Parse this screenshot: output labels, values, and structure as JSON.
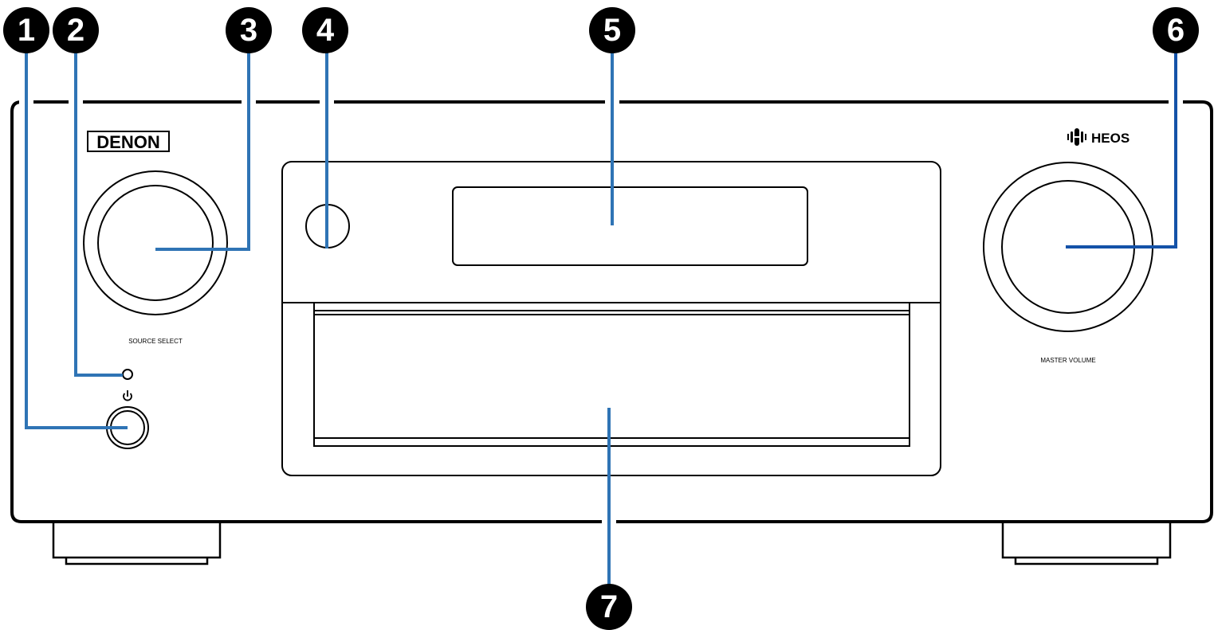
{
  "brand": "DENON",
  "heos_logo": "HEOS",
  "labels": {
    "source_select": "SOURCE SELECT",
    "master_volume": "MASTER VOLUME"
  },
  "callouts": [
    "1",
    "2",
    "3",
    "4",
    "5",
    "6",
    "7"
  ],
  "colors": {
    "callout_line": "#2f74b5",
    "callout_line_6": "#1452a8",
    "callout_badge": "#000000"
  }
}
